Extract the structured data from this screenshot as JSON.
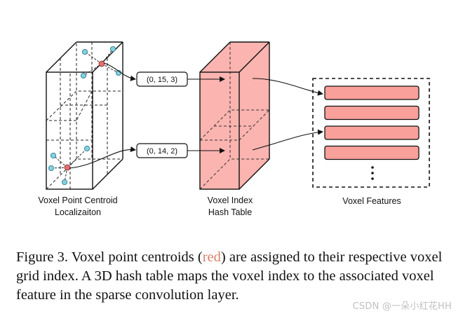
{
  "figure": {
    "left_panel_label": [
      "Voxel Point Centroid",
      "Localizaiton"
    ],
    "middle_panel_label": [
      "Voxel Index",
      "Hash Table"
    ],
    "right_panel_label": "Voxel Features",
    "index_tuples": [
      "(0, 15, 3)",
      "(0, 14, 2)"
    ],
    "feature_row_count": 4,
    "colors": {
      "hash_fill": "#fbb4b0",
      "feature_fill": "#f9a09a",
      "centroid": "#e26f6f",
      "point": "#7ed3e1"
    }
  },
  "caption": {
    "prefix": "Figure 3. Voxel point centroids (",
    "highlight": "red",
    "suffix": ") are assigned to their respective voxel grid index. A 3D hash table maps the voxel index to the associated voxel feature in the sparse convolution layer."
  },
  "watermark": "CSDN @一朵小红花HH"
}
